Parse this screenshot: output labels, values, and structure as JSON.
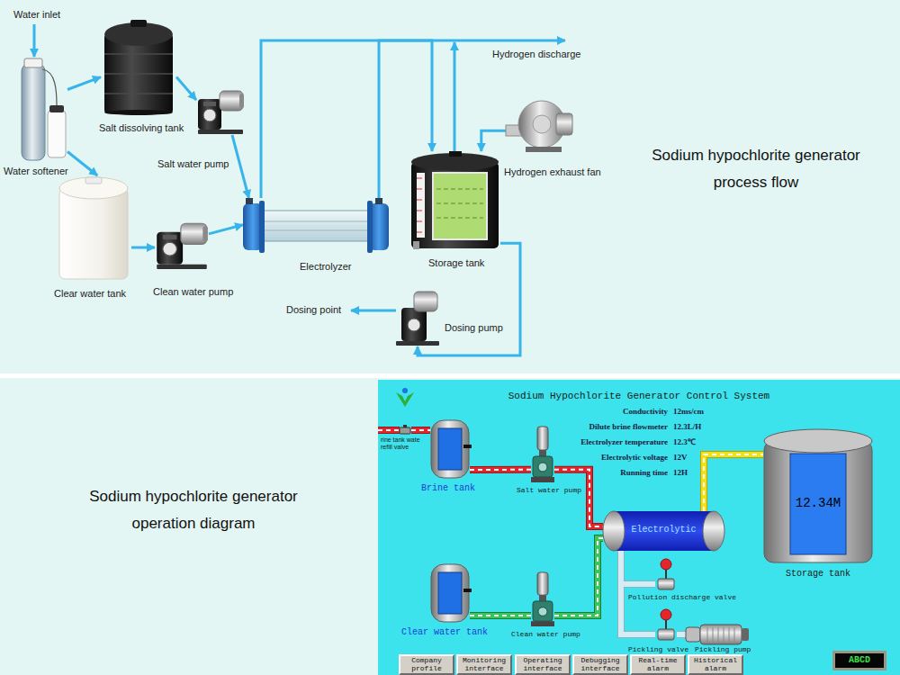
{
  "diagram": {
    "nodes": [
      {
        "text": [
          "Water softener"
        ]
      },
      {
        "text": [
          "Salt dissolving tank"
        ]
      },
      {
        "text": [
          "Salt water pump"
        ]
      },
      {
        "text": [
          "Clear water tank"
        ]
      },
      {
        "text": [
          "Clean water pump"
        ]
      },
      {
        "text": [
          "Electrolyzer"
        ]
      },
      {
        "text": [
          "Storage tank"
        ]
      },
      {
        "text": [
          "Hydrogen exhaust fan"
        ]
      },
      {
        "text": [
          "Dosing pump"
        ]
      },
      {
        "text": [
          "Sodium Hypochlorite Generator Control System"
        ]
      },
      {
        "text": [
          "rine tank wate refill valve"
        ],
        "in": 9
      },
      {
        "text": [
          "Brine tank"
        ],
        "in": 9
      },
      {
        "text": [
          "Salt water pump"
        ],
        "in": 9
      },
      {
        "text": [
          "Clear water tank"
        ],
        "in": 9
      },
      {
        "text": [
          "Clean water pump"
        ],
        "in": 9
      },
      {
        "text": [
          "Electrolytic"
        ],
        "in": 9
      },
      {
        "text": [
          "12.34M",
          "Storage tank"
        ],
        "in": 9
      },
      {
        "text": [
          "Pollution discharge valve"
        ],
        "in": 9
      },
      {
        "text": [
          "Pickling valve"
        ],
        "in": 9
      },
      {
        "text": [
          "Pickling pump"
        ],
        "in": 9
      },
      {
        "text": [
          "Company profile"
        ],
        "in": 9
      },
      {
        "text": [
          "Monitoring interface"
        ],
        "in": 9
      },
      {
        "text": [
          "Operating interface"
        ],
        "in": 9
      },
      {
        "text": [
          "Debugging interface"
        ],
        "in": 9
      },
      {
        "text": [
          "Real-time alarm"
        ],
        "in": 9
      },
      {
        "text": [
          "Historical alarm"
        ],
        "in": 9
      },
      {
        "text": [
          "ABCD"
        ],
        "in": 9
      }
    ],
    "edges": [
      {
        "from": 0,
        "to": 1,
        "arrow": "to"
      },
      {
        "from": 0,
        "to": 3,
        "arrow": "to"
      },
      {
        "from": 1,
        "to": 2,
        "arrow": "to"
      },
      {
        "from": 2,
        "to": 5,
        "arrow": "to"
      },
      {
        "from": 3,
        "to": 4,
        "arrow": "to"
      },
      {
        "from": 4,
        "to": 5,
        "arrow": "to"
      },
      {
        "from": 5,
        "to": 6,
        "arrow": "to"
      },
      {
        "from": 7,
        "to": 6,
        "arrow": "to"
      },
      {
        "from": 6,
        "to": 8,
        "arrow": "to"
      },
      {
        "from": 10,
        "to": 11,
        "arrow": "none"
      },
      {
        "from": 11,
        "to": 12,
        "arrow": "none"
      },
      {
        "from": 12,
        "to": 15,
        "arrow": "none"
      },
      {
        "from": 13,
        "to": 14,
        "arrow": "none"
      },
      {
        "from": 14,
        "to": 15,
        "arrow": "none"
      },
      {
        "from": 15,
        "to": 16,
        "arrow": "none"
      },
      {
        "from": 15,
        "to": 17,
        "arrow": "none"
      },
      {
        "from": 18,
        "to": 15,
        "arrow": "none"
      },
      {
        "from": 19,
        "to": 18,
        "arrow": "none"
      }
    ],
    "labels": [
      "Water inlet",
      "Hydrogen discharge",
      "Sodium hypochlorite generator process flow",
      "Dosing point",
      "Sodium hypochlorite generator operation diagram",
      "Conductivity",
      "12ms/cm",
      "Dilute brine flowmeter",
      "12.3L/H",
      "Electrolyzer temperature",
      "12.3℃",
      "Electrolytic voltage",
      "12V",
      "Running time",
      "12H"
    ]
  }
}
